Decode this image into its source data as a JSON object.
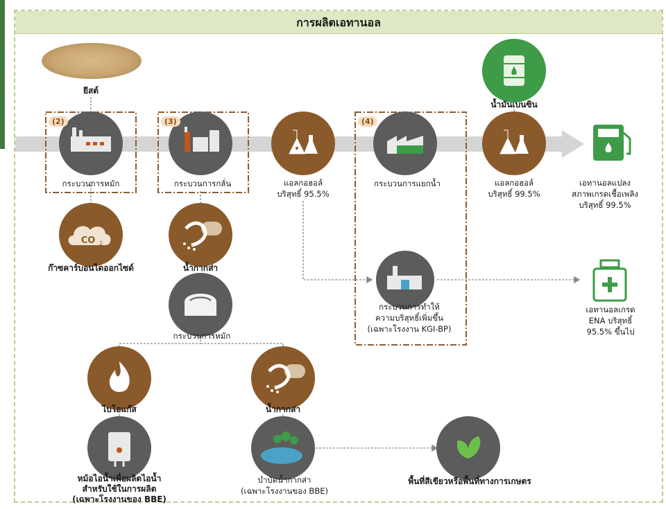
{
  "title": "การผลิตเอทานอล",
  "colors": {
    "brown": "#8b5a2b",
    "gray": "#5c5c5c",
    "green": "#3e9b47",
    "accent": "#c0571b"
  },
  "nodes": {
    "yeast": "ยีสต์",
    "fermentation": "กระบวนการหมัก",
    "distillation": "กระบวนการกลั่น",
    "alcohol_955": [
      "แอลกอฮอล์",
      "บริสุทธิ์ 95.5%"
    ],
    "dehydration": "กระบวนการแยกน้ำ",
    "gasoline": "น้ำมันเบนซิน",
    "alcohol_995": [
      "แอลกอฮอล์",
      "บริสุทธิ์ 99.5%"
    ],
    "fuel_ethanol": [
      "เอทานอลแปลง",
      "สภาพเกรดเชื้อเพลิง",
      "บริสุทธิ์ 99.5%"
    ],
    "co2": "ก๊าซคาร์บอนไดออกไซด์",
    "vinasse": "น้ำกากส่า",
    "fermentation2": "กระบวนการหมัก",
    "purification": [
      "กระบวนการทำให้",
      "ความบริสุทธิ์เพิ่มขึ้น",
      "(เฉพาะโรงงาน KGI-BP)"
    ],
    "ena_ethanol": [
      "เอทานอลเกรด",
      "ENA บริสุทธิ์",
      "95.5% ขึ้นไป"
    ],
    "biogas": "ไบโอแก๊ส",
    "vinasse2": "น้ำกากส่า",
    "boiler": [
      "หม้อไอน้ำเพื่อผลิตไอน้ำ",
      "สำหรับใช้ในการผลิต",
      "(เฉพาะโรงงานของ BBE)"
    ],
    "treatment": [
      "บำบัดน้ำกากส่า",
      "(เฉพาะโรงงานของ BBE)"
    ],
    "green_area": "พื้นที่สีเขียวหรือพื้นที่ทางการเกษตร"
  },
  "steps": {
    "s2": "(2)",
    "s3": "(3)",
    "s4": "(4)"
  },
  "icons": [
    "grain-icon",
    "factory-icon",
    "flask-icon",
    "co2-cloud-icon",
    "vinasse-icon",
    "tank-icon",
    "flame-icon",
    "boiler-icon",
    "pond-icon",
    "leaf-icon",
    "barrel-icon",
    "fuel-pump-icon",
    "bottle-icon"
  ]
}
